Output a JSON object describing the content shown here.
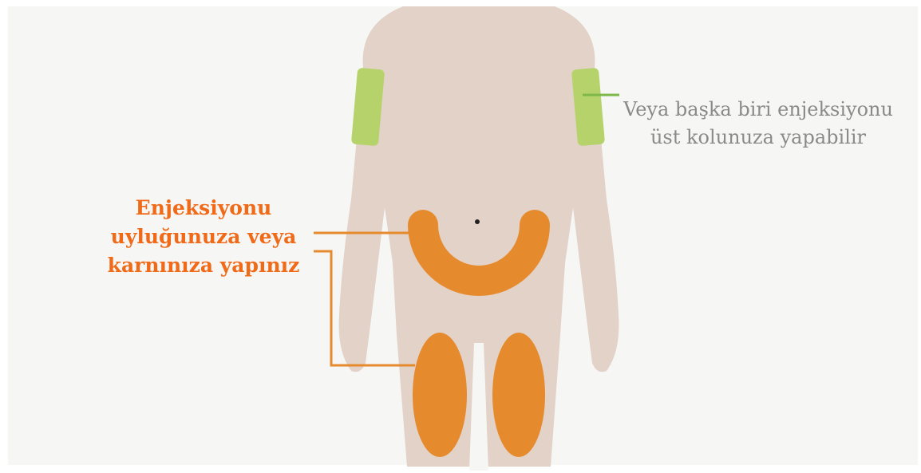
{
  "labels": {
    "primary_sites": "Enjeksiyonu uyluğunuza veya karnınıza yapınız",
    "arm_site": "Veya başka biri enjeksiyonu üst kolunuza yapabilir"
  },
  "colors": {
    "background": "#f6f6f5",
    "body": "#e3d2c7",
    "abdomen_thigh_zone": "#e68a2e",
    "arm_zone": "#b5d36a",
    "primary_label_text": "#f06a18",
    "arm_label_text": "#8a8a8a",
    "arm_connector": "#7fb84a",
    "primary_connector": "#e68a2e"
  },
  "icons": {
    "navel": "navel-dot"
  }
}
